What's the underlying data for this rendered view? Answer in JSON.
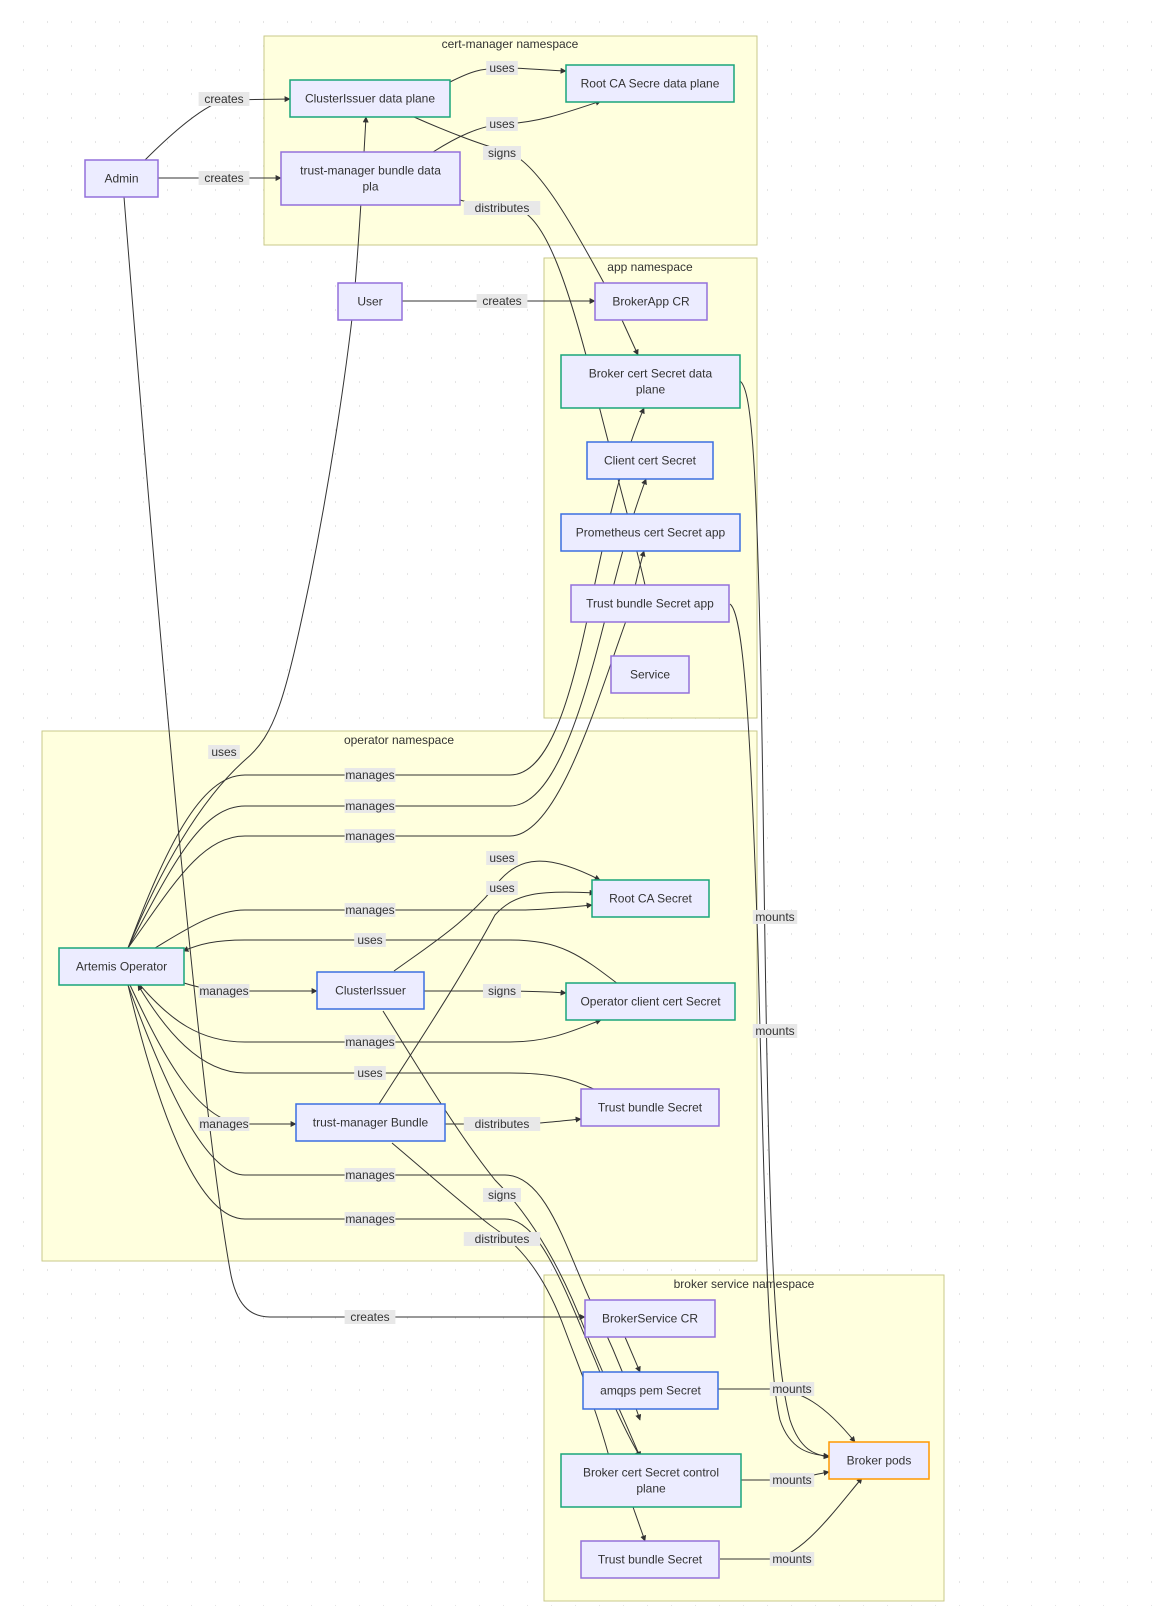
{
  "colors": {
    "node_fill": "#ececff",
    "border_default": "#9370db",
    "border_green": "#1aa57a",
    "border_blue": "#3b6fe0",
    "border_orange": "#ff9800",
    "namespace_fill": "#ffffde"
  },
  "namespaces": [
    {
      "id": "cm",
      "title": "cert-manager namespace"
    },
    {
      "id": "app",
      "title": "app namespace"
    },
    {
      "id": "op",
      "title": "operator namespace"
    },
    {
      "id": "bs",
      "title": "broker service namespace"
    }
  ],
  "nodes": [
    {
      "id": "admin",
      "lines": [
        "Admin"
      ],
      "border": "default"
    },
    {
      "id": "user",
      "lines": [
        "User"
      ],
      "border": "default"
    },
    {
      "id": "ci_dp",
      "lines": [
        "ClusterIssuer data plane"
      ],
      "border": "green"
    },
    {
      "id": "rootca_dp",
      "lines": [
        "Root CA Secre data plane"
      ],
      "border": "green"
    },
    {
      "id": "tmb_dp",
      "lines": [
        "trust-manager bundle data",
        "pla"
      ],
      "border": "default"
    },
    {
      "id": "brokerapp",
      "lines": [
        "BrokerApp CR"
      ],
      "border": "default"
    },
    {
      "id": "bcs_dp",
      "lines": [
        "Broker cert Secret data",
        "plane"
      ],
      "border": "green"
    },
    {
      "id": "client",
      "lines": [
        "Client cert Secret"
      ],
      "border": "blue"
    },
    {
      "id": "prom",
      "lines": [
        "Prometheus cert Secret app"
      ],
      "border": "blue"
    },
    {
      "id": "tbs_app",
      "lines": [
        "Trust bundle Secret app"
      ],
      "border": "default"
    },
    {
      "id": "service",
      "lines": [
        "Service"
      ],
      "border": "default"
    },
    {
      "id": "operator",
      "lines": [
        "Artemis Operator"
      ],
      "border": "green"
    },
    {
      "id": "rootca",
      "lines": [
        "Root CA Secret"
      ],
      "border": "green"
    },
    {
      "id": "ci",
      "lines": [
        "ClusterIssuer"
      ],
      "border": "blue"
    },
    {
      "id": "occs",
      "lines": [
        "Operator client cert Secret"
      ],
      "border": "green"
    },
    {
      "id": "tmb",
      "lines": [
        "trust-manager Bundle"
      ],
      "border": "blue"
    },
    {
      "id": "tbs_op",
      "lines": [
        "Trust bundle Secret"
      ],
      "border": "default"
    },
    {
      "id": "bscr",
      "lines": [
        "BrokerService CR"
      ],
      "border": "default"
    },
    {
      "id": "amqps",
      "lines": [
        "amqps pem Secret"
      ],
      "border": "blue"
    },
    {
      "id": "bcs_cp",
      "lines": [
        "Broker cert Secret control",
        "plane"
      ],
      "border": "green"
    },
    {
      "id": "tbs_bs",
      "lines": [
        "Trust bundle Secret"
      ],
      "border": "default"
    },
    {
      "id": "pods",
      "lines": [
        "Broker pods"
      ],
      "border": "orange"
    }
  ],
  "edge_labels": [
    {
      "id": "l_admin_ci",
      "text": "creates"
    },
    {
      "id": "l_admin_tmb",
      "text": "creates"
    },
    {
      "id": "l_admin_bscr",
      "text": "creates"
    },
    {
      "id": "l_ci_root",
      "text": "uses"
    },
    {
      "id": "l_tmb_root",
      "text": "uses"
    },
    {
      "id": "l_ci_signs",
      "text": "signs"
    },
    {
      "id": "l_tmb_dist",
      "text": "distributes"
    },
    {
      "id": "l_user_app",
      "text": "creates"
    },
    {
      "id": "l_op_uses",
      "text": "uses"
    },
    {
      "id": "l_m1",
      "text": "manages"
    },
    {
      "id": "l_m2",
      "text": "manages"
    },
    {
      "id": "l_m3",
      "text": "manages"
    },
    {
      "id": "l_ci_uses1",
      "text": "uses"
    },
    {
      "id": "l_tmb_uses",
      "text": "uses"
    },
    {
      "id": "l_m4",
      "text": "manages"
    },
    {
      "id": "l_occs_uses",
      "text": "uses"
    },
    {
      "id": "l_m_ci",
      "text": "manages"
    },
    {
      "id": "l_ci_signs2",
      "text": "signs"
    },
    {
      "id": "l_m5",
      "text": "manages"
    },
    {
      "id": "l_tbs_uses",
      "text": "uses"
    },
    {
      "id": "l_m_tmb",
      "text": "manages"
    },
    {
      "id": "l_tmb_dist2",
      "text": "distributes"
    },
    {
      "id": "l_m6",
      "text": "manages"
    },
    {
      "id": "l_ci_signs3",
      "text": "signs"
    },
    {
      "id": "l_m7",
      "text": "manages"
    },
    {
      "id": "l_tmb_dist3",
      "text": "distributes"
    },
    {
      "id": "l_mounts1",
      "text": "mounts"
    },
    {
      "id": "l_mounts2",
      "text": "mounts"
    },
    {
      "id": "l_mounts3",
      "text": "mounts"
    },
    {
      "id": "l_mounts4",
      "text": "mounts"
    },
    {
      "id": "l_mounts5",
      "text": "mounts"
    }
  ]
}
